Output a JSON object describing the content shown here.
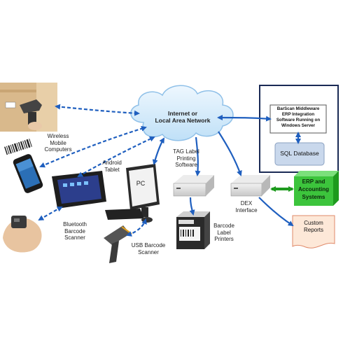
{
  "network": {
    "label": "Internet or\nLocal Area Network"
  },
  "server_box": {
    "middleware": "BarScan Middleware\nERP Integration\nSoftware Running on\nWindows Server",
    "database": "SQL Database"
  },
  "devices": {
    "wireless_mobile": "Wireless\nMobile\nComputers",
    "android_tablet": "Android\nTablet",
    "pc": "PC",
    "bluetooth_scanner": "Bluetooth\nBarcode\nScanner",
    "usb_scanner": "USB Barcode\nScanner",
    "tag_software": "TAG Label\nPrinting\nSoftware",
    "barcode_printers": "Barcode\nLabel\nPrinters",
    "dex_interface": "DEX\nInterface"
  },
  "outputs": {
    "erp": "ERP and\nAccounting\nSystems",
    "reports": "Custom\nReports"
  },
  "colors": {
    "arrow": "#1f5fbf",
    "cloud_fill": "#d6ecfb",
    "erp_fill": "#3cc43c",
    "reports_fill": "#fde8d8",
    "database_fill": "#c9d8ec",
    "server_border": "#1a2a55"
  }
}
